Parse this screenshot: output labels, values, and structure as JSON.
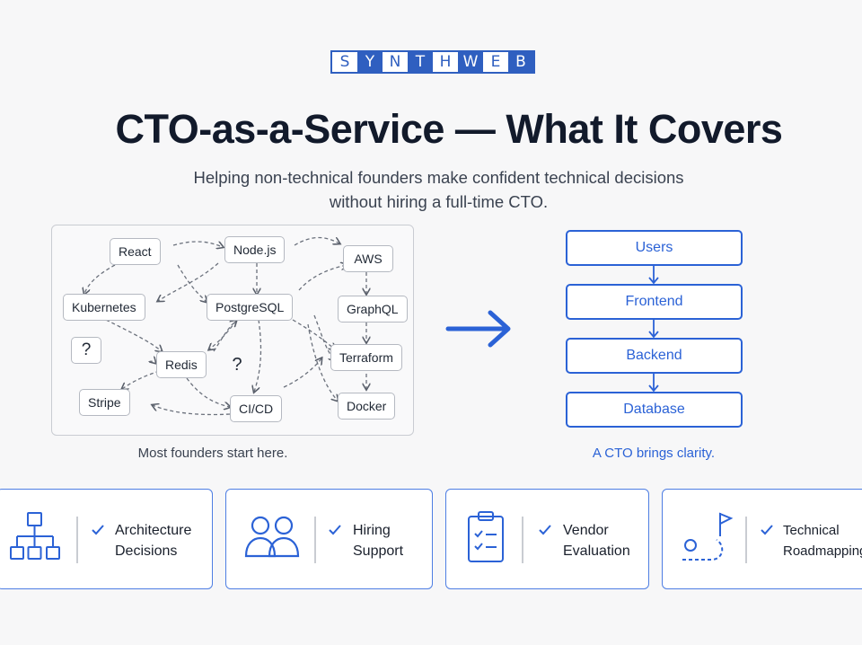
{
  "logo": {
    "letters": [
      "S",
      "Y",
      "N",
      "T",
      "H",
      "W",
      "E",
      "B"
    ]
  },
  "title": "CTO-as-a-Service — What It Covers",
  "subtitle_line1": "Helping non-technical founders make confident technical decisions",
  "subtitle_line2": "without hiring a full-time CTO.",
  "tech_nodes": {
    "react": "React",
    "nodejs": "Node.js",
    "aws": "AWS",
    "kubernetes": "Kubernetes",
    "postgresql": "PostgreSQL",
    "graphql": "GraphQL",
    "question1": "?",
    "redis": "Redis",
    "question2": "?",
    "terraform": "Terraform",
    "stripe": "Stripe",
    "cicd": "CI/CD",
    "docker": "Docker"
  },
  "caption_left": "Most founders start here.",
  "stack": [
    "Users",
    "Frontend",
    "Backend",
    "Database"
  ],
  "caption_right": "A CTO brings clarity.",
  "cards": [
    {
      "icon": "hierarchy-icon",
      "line1": "Architecture",
      "line2": "Decisions"
    },
    {
      "icon": "people-icon",
      "line1": "Hiring",
      "line2": "Support"
    },
    {
      "icon": "clipboard-checklist-icon",
      "line1": "Vendor",
      "line2": "Evaluation"
    },
    {
      "icon": "roadmap-flag-icon",
      "line1": "Technical",
      "line2": "Roadmapping"
    }
  ],
  "colors": {
    "accent": "#2b62d6",
    "logo": "#2f5fc0",
    "title": "#121a2b",
    "node_border": "#b5b9c1"
  }
}
